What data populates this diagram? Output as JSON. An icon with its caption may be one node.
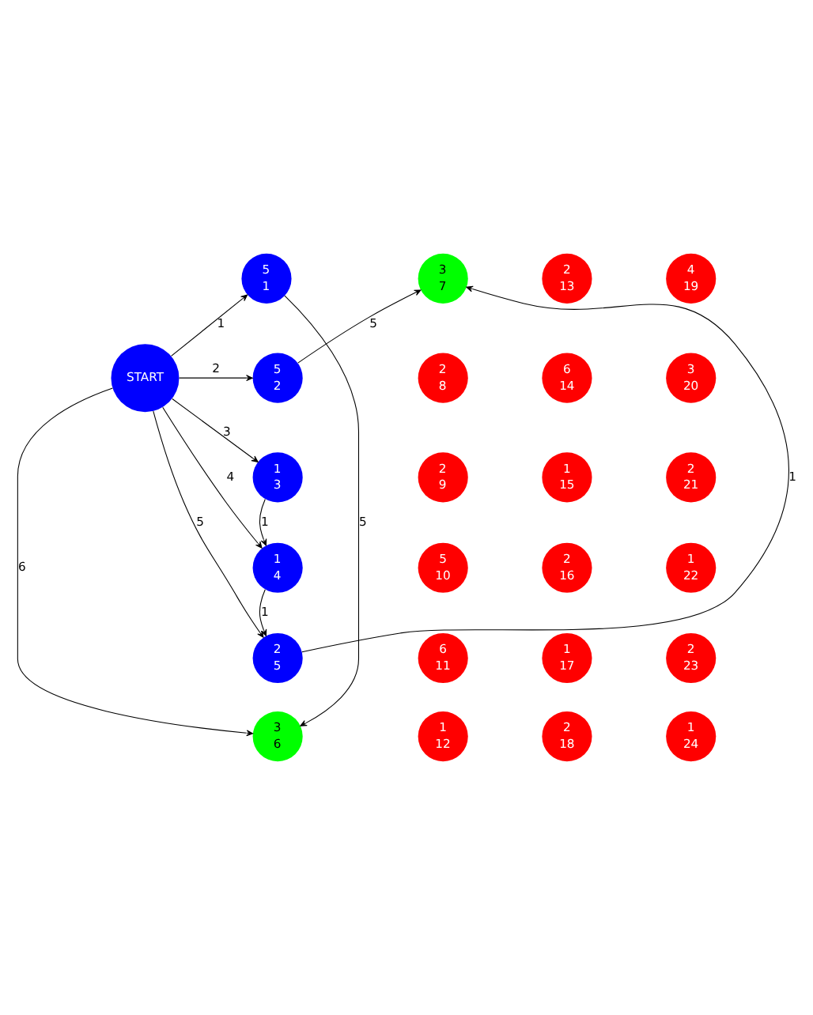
{
  "diagram": {
    "nodes": [
      {
        "text": [
          "START"
        ]
      },
      {
        "text": [
          "5",
          "1"
        ]
      },
      {
        "text": [
          "5",
          "2"
        ]
      },
      {
        "text": [
          "1",
          "3"
        ]
      },
      {
        "text": [
          "1",
          "4"
        ]
      },
      {
        "text": [
          "2",
          "5"
        ]
      },
      {
        "text": [
          "3",
          "6"
        ]
      },
      {
        "text": [
          "3",
          "7"
        ]
      },
      {
        "text": [
          "2",
          "8"
        ]
      },
      {
        "text": [
          "2",
          "9"
        ]
      },
      {
        "text": [
          "5",
          "10"
        ]
      },
      {
        "text": [
          "6",
          "11"
        ]
      },
      {
        "text": [
          "1",
          "12"
        ]
      },
      {
        "text": [
          "2",
          "13"
        ]
      },
      {
        "text": [
          "6",
          "14"
        ]
      },
      {
        "text": [
          "1",
          "15"
        ]
      },
      {
        "text": [
          "2",
          "16"
        ]
      },
      {
        "text": [
          "1",
          "17"
        ]
      },
      {
        "text": [
          "2",
          "18"
        ]
      },
      {
        "text": [
          "4",
          "19"
        ]
      },
      {
        "text": [
          "3",
          "20"
        ]
      },
      {
        "text": [
          "2",
          "21"
        ]
      },
      {
        "text": [
          "1",
          "22"
        ]
      },
      {
        "text": [
          "2",
          "23"
        ]
      },
      {
        "text": [
          "1",
          "24"
        ]
      }
    ],
    "edges": [
      {
        "from": 0,
        "to": 1,
        "arrow": "to",
        "label": "1"
      },
      {
        "from": 0,
        "to": 2,
        "arrow": "to",
        "label": "2"
      },
      {
        "from": 0,
        "to": 3,
        "arrow": "to",
        "label": "3"
      },
      {
        "from": 0,
        "to": 4,
        "arrow": "to",
        "label": "4"
      },
      {
        "from": 0,
        "to": 5,
        "arrow": "to",
        "label": "5"
      },
      {
        "from": 0,
        "to": 6,
        "arrow": "to",
        "label": "6"
      },
      {
        "from": 1,
        "to": 6,
        "arrow": "to",
        "label": "5"
      },
      {
        "from": 2,
        "to": 7,
        "arrow": "to",
        "label": "5"
      },
      {
        "from": 3,
        "to": 4,
        "arrow": "to",
        "label": "1"
      },
      {
        "from": 4,
        "to": 5,
        "arrow": "to",
        "label": "1"
      },
      {
        "from": 5,
        "to": 7,
        "arrow": "to",
        "label": "1"
      }
    ]
  }
}
